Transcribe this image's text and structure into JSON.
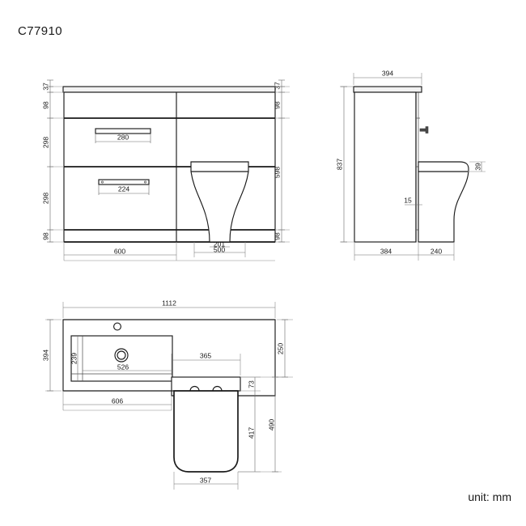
{
  "title": "C77910",
  "unit_label": "unit: mm",
  "colors": {
    "line": "#1a1a1a",
    "dimension": "#6b6b6b",
    "background": "#ffffff"
  },
  "views": {
    "front_elevation": {
      "name": "front-elevation",
      "dimensions": {
        "left_chain": [
          "37",
          "98",
          "298",
          "298",
          "98"
        ],
        "right_chain": [
          "37",
          "98",
          "598",
          "98"
        ],
        "cabinet_width": "600",
        "toilet_base_width": "201",
        "toilet_width": "500",
        "upper_handle": "280",
        "lower_handle": "224"
      }
    },
    "side_elevation": {
      "name": "side-elevation",
      "dimensions": {
        "top_width": "394",
        "overall_height": "837",
        "seat_thickness": "39",
        "inner_offset": "15",
        "cabinet_depth": "384",
        "toilet_depth": "240"
      }
    },
    "plan_view": {
      "name": "plan-view",
      "dimensions": {
        "overall_width": "1112",
        "worktop_depth": "394",
        "basin_inner_depth": "239",
        "basin_inner_width": "526",
        "basin_outer_width": "606",
        "right_depth": "250",
        "cistern_width": "365",
        "cistern_depth": "73",
        "pan_depth": "417",
        "toilet_total_depth": "490",
        "pan_width": "357"
      }
    }
  }
}
